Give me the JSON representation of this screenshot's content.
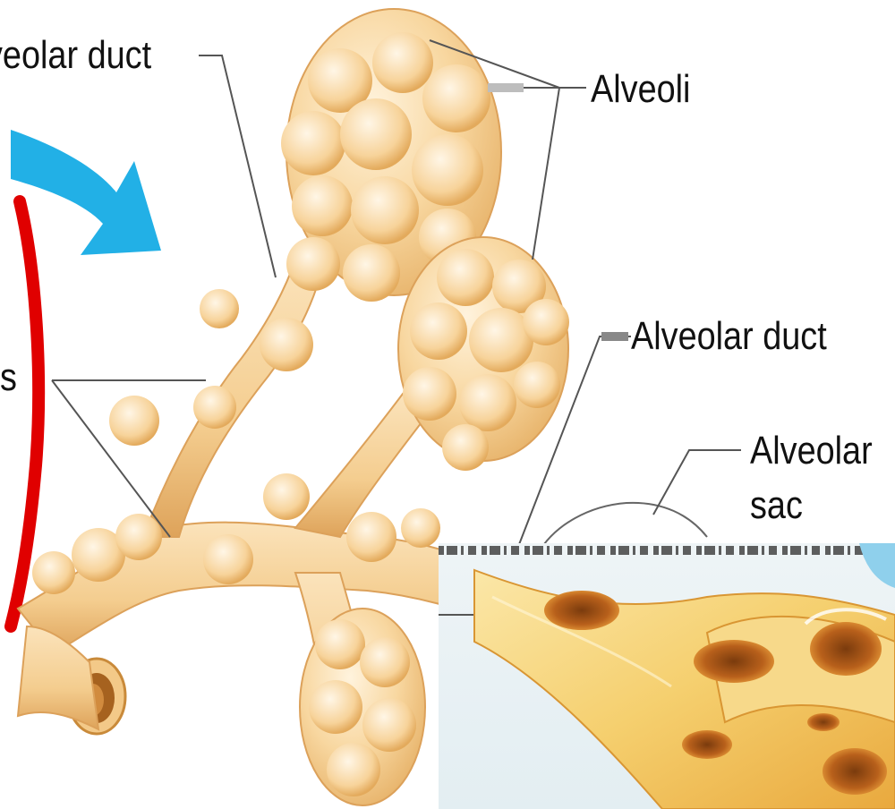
{
  "labels": {
    "alveolar_duct_top": "veolar duct",
    "alveoli": "Alveoli",
    "alveolar_duct_right": "Alveolar duct",
    "alveolar_sac_line1": "Alveolar",
    "alveolar_sac_line2": "sac",
    "cut_label_left": "s"
  },
  "colors": {
    "tissue_fill": "#f6d39a",
    "tissue_shadow": "#e2ac5e",
    "tissue_highlight": "#fdf0d8",
    "arrow_blue": "#22b0e6",
    "vessel_red": "#e00000",
    "leader_line": "#555555"
  }
}
